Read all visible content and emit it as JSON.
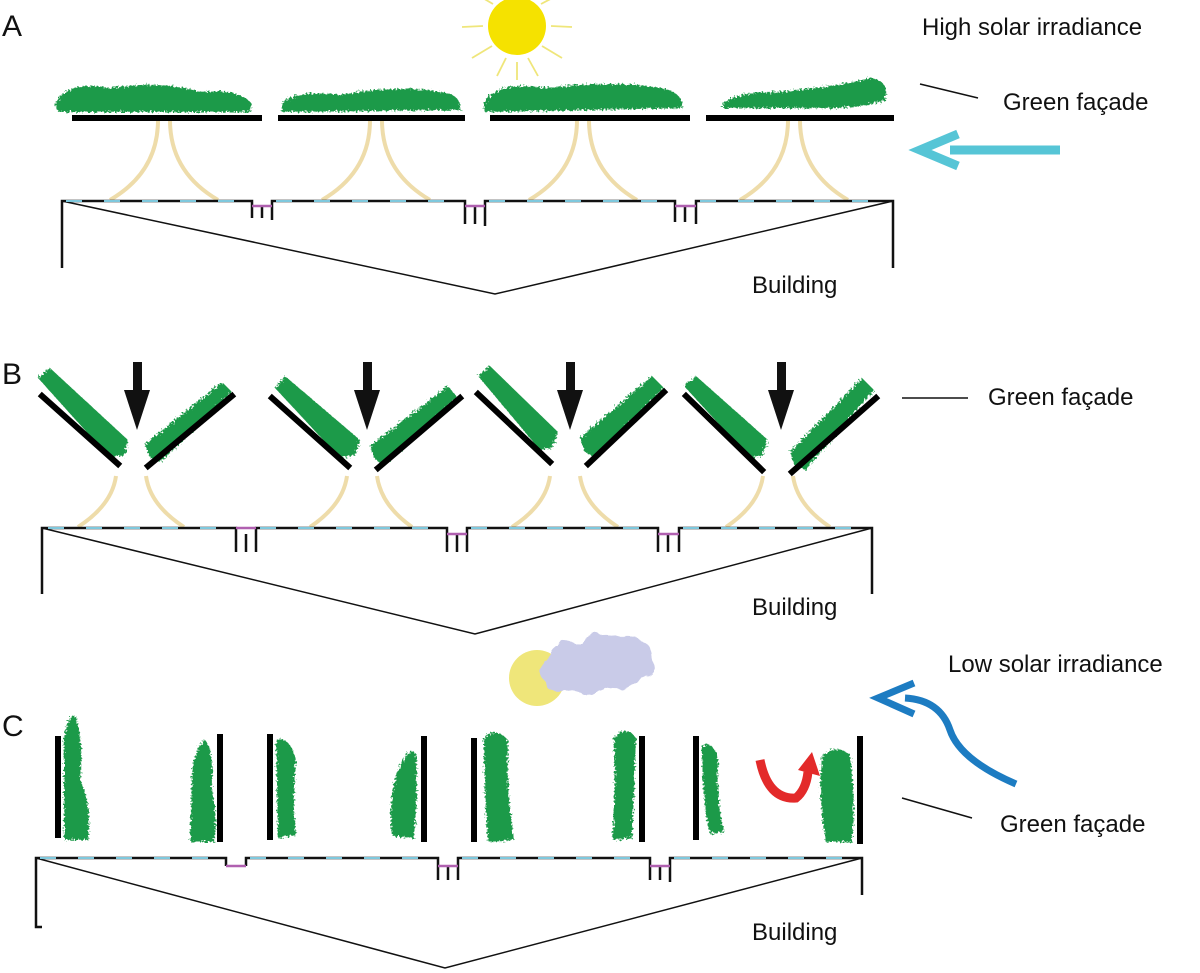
{
  "panels": {
    "a": {
      "letter": "A",
      "building_label": "Building",
      "facade_label": "Green façade",
      "irradiance_label": "High solar irradiance"
    },
    "b": {
      "letter": "B",
      "building_label": "Building",
      "facade_label": "Green façade"
    },
    "c": {
      "letter": "C",
      "building_label": "Building",
      "facade_label": "Green façade",
      "irradiance_label": "Low solar irradiance"
    }
  },
  "colors": {
    "foliage": "#1f9a4a",
    "panel": "#000000",
    "arm": "#eedcaa",
    "sun": "#f5e200",
    "sun_pale": "#efe67a",
    "cloud": "#c9cbe8",
    "wind_light": "#56c5d6",
    "wind_dark": "#1d7cc2",
    "rotation": "#e32a2a",
    "roof_glass": "#7ec8dd",
    "gutter": "#b060b0"
  },
  "icons": {
    "sun": "sun-icon",
    "sun_cloud": "sun-behind-cloud-icon",
    "wind_straight": "straight-arrow-icon",
    "wind_curved": "curved-arrow-icon",
    "rotation": "rotation-arrow-icon",
    "down_arrow": "down-arrow-icon"
  }
}
